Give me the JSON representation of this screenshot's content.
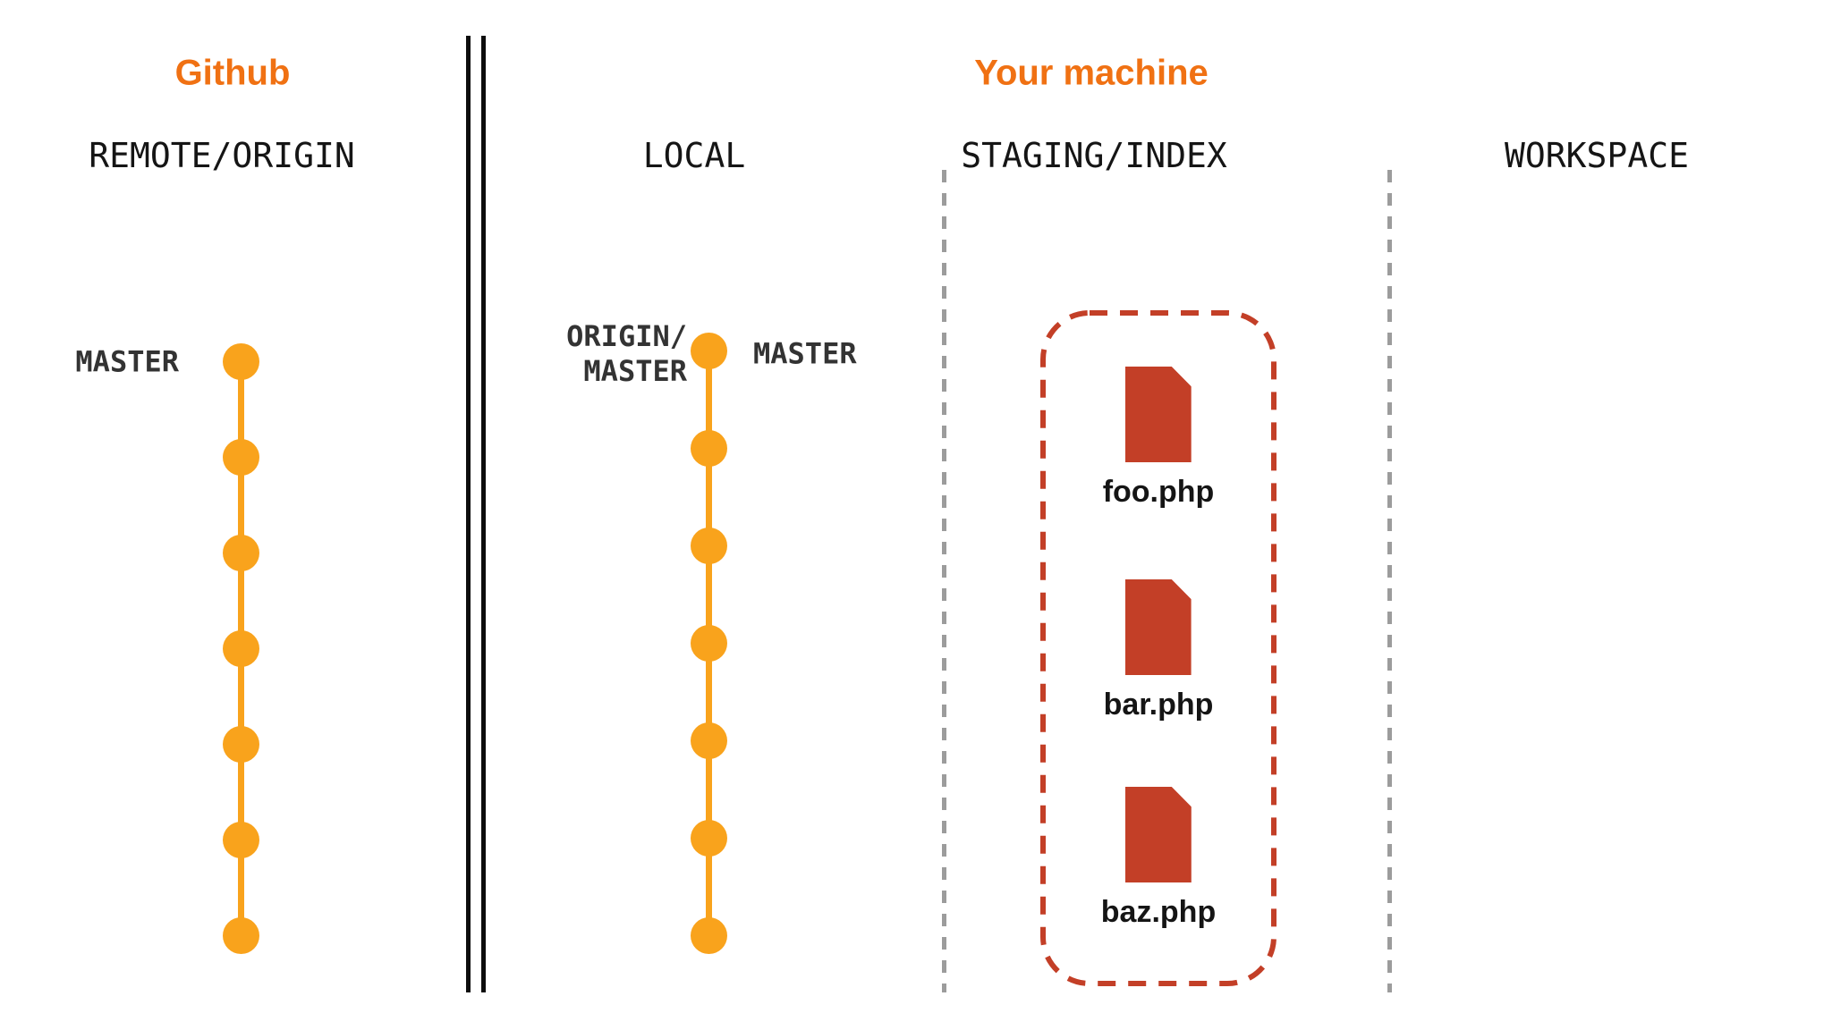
{
  "palette": {
    "section_title_orange": "#F07113",
    "commit_amber": "#F9A31C",
    "staging_red": "#C33F27",
    "header_ink": "#151515",
    "divider_black": "#0D0D0D",
    "divider_gray": "#9C9C9C",
    "background": "#FFFFFF"
  },
  "sections": {
    "github": {
      "title": "Github"
    },
    "machine": {
      "title": "Your machine"
    }
  },
  "columns": {
    "remote": {
      "header": "REMOTE/ORIGIN",
      "branch_label": "MASTER",
      "commit_count": 7
    },
    "local": {
      "header": "LOCAL",
      "left_label_line1": "ORIGIN/",
      "left_label_line2": "MASTER",
      "right_label": "MASTER",
      "commit_count": 7
    },
    "staging": {
      "header": "STAGING/INDEX",
      "files": [
        {
          "icon": "document-icon",
          "name": "foo.php"
        },
        {
          "icon": "document-icon",
          "name": "bar.php"
        },
        {
          "icon": "document-icon",
          "name": "baz.php"
        }
      ]
    },
    "workspace": {
      "header": "WORKSPACE"
    }
  }
}
